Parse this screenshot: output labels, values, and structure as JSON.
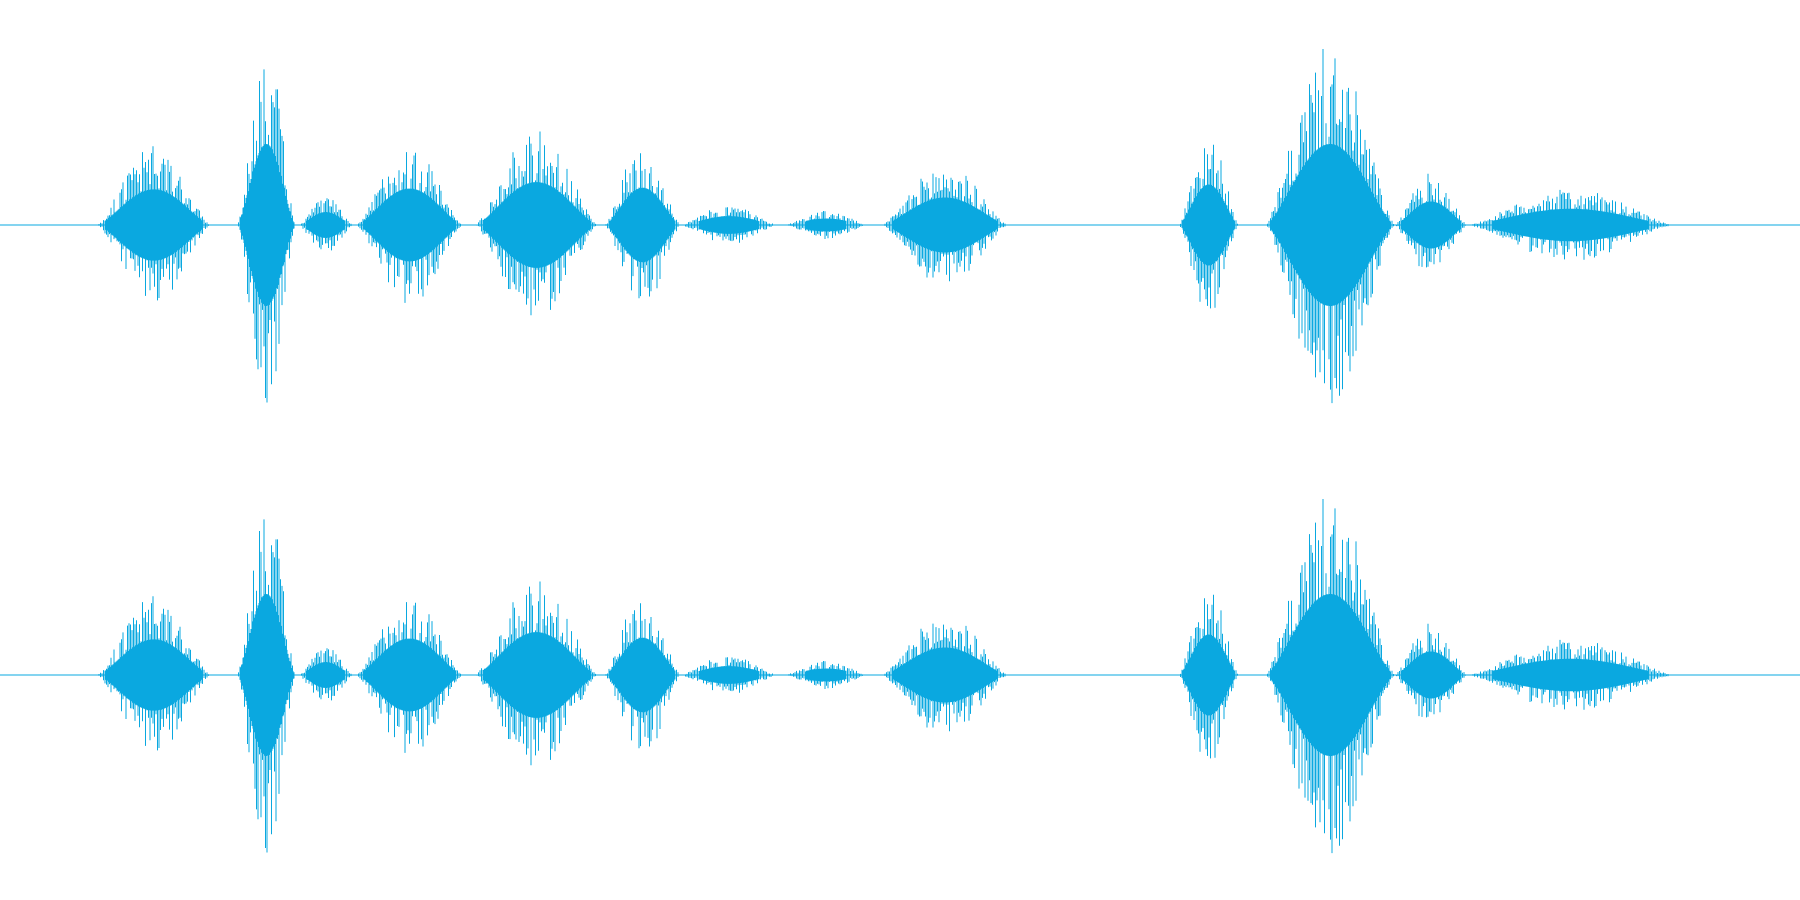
{
  "waveform": {
    "color": "#0aa8e0",
    "channels": [
      {
        "name": "channel-1"
      },
      {
        "name": "channel-2"
      }
    ],
    "duration_fraction_note": "",
    "bursts": [
      {
        "start": 0.054,
        "end": 0.117,
        "peak": 0.44,
        "upper": 0.44,
        "lower": 0.44
      },
      {
        "start": 0.132,
        "end": 0.164,
        "peak": 1.0,
        "upper": 1.0,
        "lower": 1.0
      },
      {
        "start": 0.166,
        "end": 0.196,
        "peak": 0.16,
        "upper": 0.16,
        "lower": 0.16
      },
      {
        "start": 0.198,
        "end": 0.257,
        "peak": 0.45,
        "upper": 0.45,
        "lower": 0.45
      },
      {
        "start": 0.264,
        "end": 0.332,
        "peak": 0.53,
        "upper": 0.53,
        "lower": 0.53
      },
      {
        "start": 0.336,
        "end": 0.378,
        "peak": 0.46,
        "upper": 0.46,
        "lower": 0.46
      },
      {
        "start": 0.378,
        "end": 0.432,
        "peak": 0.11,
        "upper": 0.11,
        "lower": 0.11
      },
      {
        "start": 0.436,
        "end": 0.482,
        "peak": 0.08,
        "upper": 0.08,
        "lower": 0.08
      },
      {
        "start": 0.49,
        "end": 0.56,
        "peak": 0.34,
        "upper": 0.34,
        "lower": 0.34
      },
      {
        "start": 0.655,
        "end": 0.688,
        "peak": 0.5,
        "upper": 0.5,
        "lower": 0.5
      },
      {
        "start": 0.703,
        "end": 0.775,
        "peak": 1.0,
        "upper": 1.0,
        "lower": 1.0
      },
      {
        "start": 0.775,
        "end": 0.815,
        "peak": 0.29,
        "upper": 0.29,
        "lower": 0.29
      },
      {
        "start": 0.815,
        "end": 0.93,
        "peak": 0.2,
        "upper": 0.2,
        "lower": 0.2
      }
    ]
  }
}
